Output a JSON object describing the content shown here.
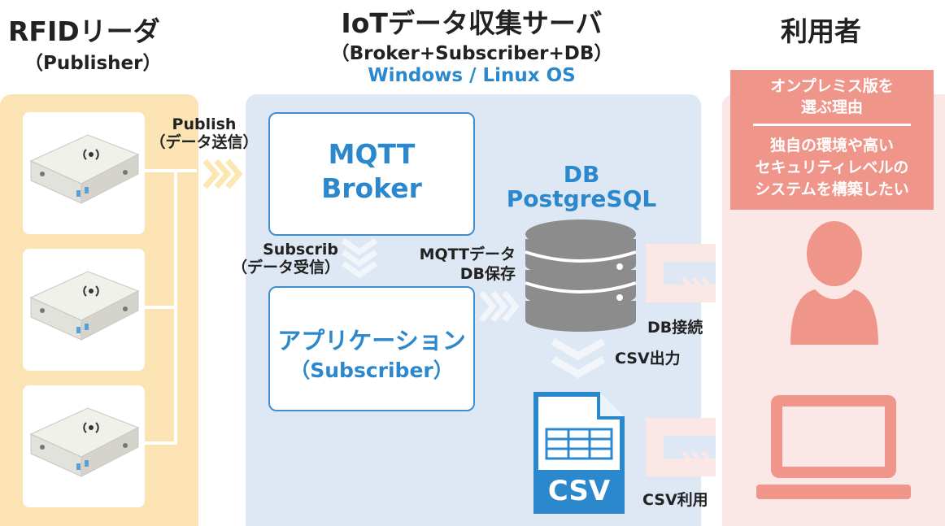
{
  "headers": {
    "left_title": "RFIDリーダ",
    "left_sub": "（Publisher）",
    "mid_title": "IoTデータ収集サーバ",
    "mid_sub": "（Broker+Subscriber+DB）",
    "mid_os": "Windows / Linux OS",
    "right_title": "利用者"
  },
  "flows": {
    "publish_1": "Publish",
    "publish_2": "（データ送信）",
    "subscrib_1": "Subscrib",
    "subscrib_2": "（データ受信）",
    "save_1": "MQTTデータ",
    "save_2": "DB保存",
    "csv_out": "CSV出力",
    "db_conn": "DB接続",
    "csv_use": "CSV利用"
  },
  "boxes": {
    "broker_1": "MQTT",
    "broker_2": "Broker",
    "app_1": "アプリケーション",
    "app_2": "（Subscriber）"
  },
  "db": {
    "line1": "DB",
    "line2": "PostgreSQL"
  },
  "csv_label": "CSV",
  "reason": {
    "title_1": "オンプレミス版を",
    "title_2": "選ぶ理由",
    "body_1": "独自の環境や高い",
    "body_2": "セキュリティレベルの",
    "body_3": "システムを構築したい"
  },
  "colors": {
    "left_panel": "#fbe3b3",
    "mid_panel": "#dde8f4",
    "right_panel": "#fbe7e6",
    "accent_blue": "#2b88cc",
    "salmon": "#f0958a",
    "db_gray": "#8c8c8c"
  }
}
